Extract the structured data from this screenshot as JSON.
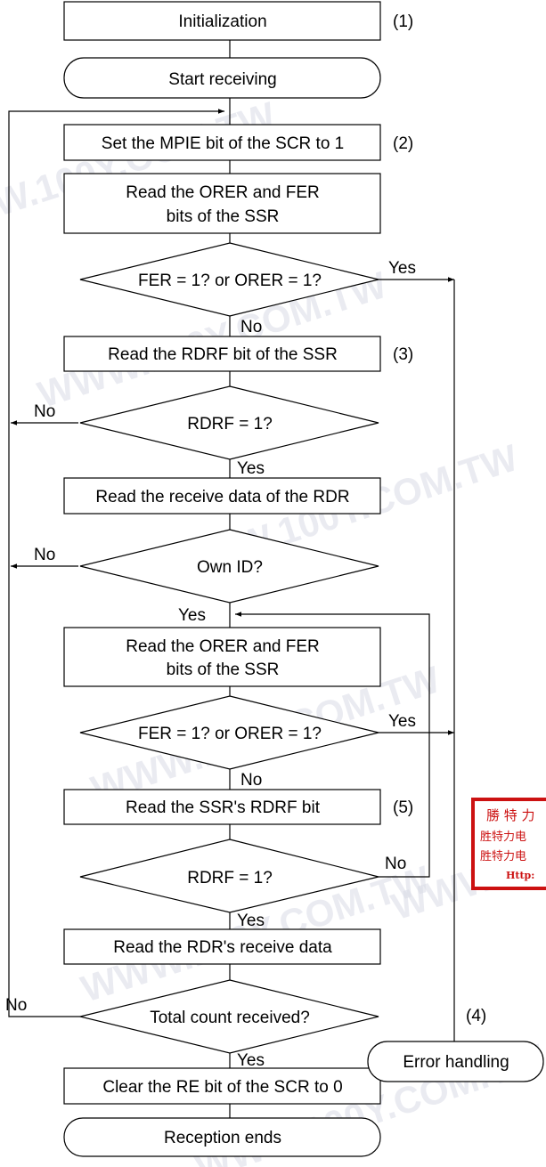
{
  "watermark": "WWW.100Y.COM.TW",
  "boxes": {
    "init": "Initialization",
    "start": "Start receiving",
    "set_mpie": "Set the MPIE bit of the SCR to 1",
    "read_orer1_l1": "Read the ORER and FER",
    "read_orer1_l2": "bits of the SSR",
    "read_rdrf1": "Read the RDRF bit of the SSR",
    "read_rdr1": "Read the receive data of the RDR",
    "read_orer2_l1": "Read the ORER and FER",
    "read_orer2_l2": "bits of the SSR",
    "read_rdrf2": "Read the SSR's RDRF bit",
    "read_rdr2": "Read the RDR's receive data",
    "clear_re": "Clear the RE bit of the SCR to 0",
    "end": "Reception ends",
    "error": "Error handling"
  },
  "decisions": {
    "fer1": "FER = 1? or ORER = 1?",
    "rdrf1": "RDRF = 1?",
    "own_id": "Own ID?",
    "fer2": "FER = 1? or ORER = 1?",
    "rdrf2": "RDRF = 1?",
    "total": "Total count received?"
  },
  "labels": {
    "yes": "Yes",
    "no": "No"
  },
  "notes": {
    "n1": "(1)",
    "n2": "(2)",
    "n3": "(3)",
    "n4": "(4)",
    "n5": "(5)"
  },
  "stamp": {
    "line1": "勝 特 力",
    "line2": "胜特力电",
    "line3": "胜特力电",
    "line4": "Http:",
    "color": "#cc1111"
  }
}
